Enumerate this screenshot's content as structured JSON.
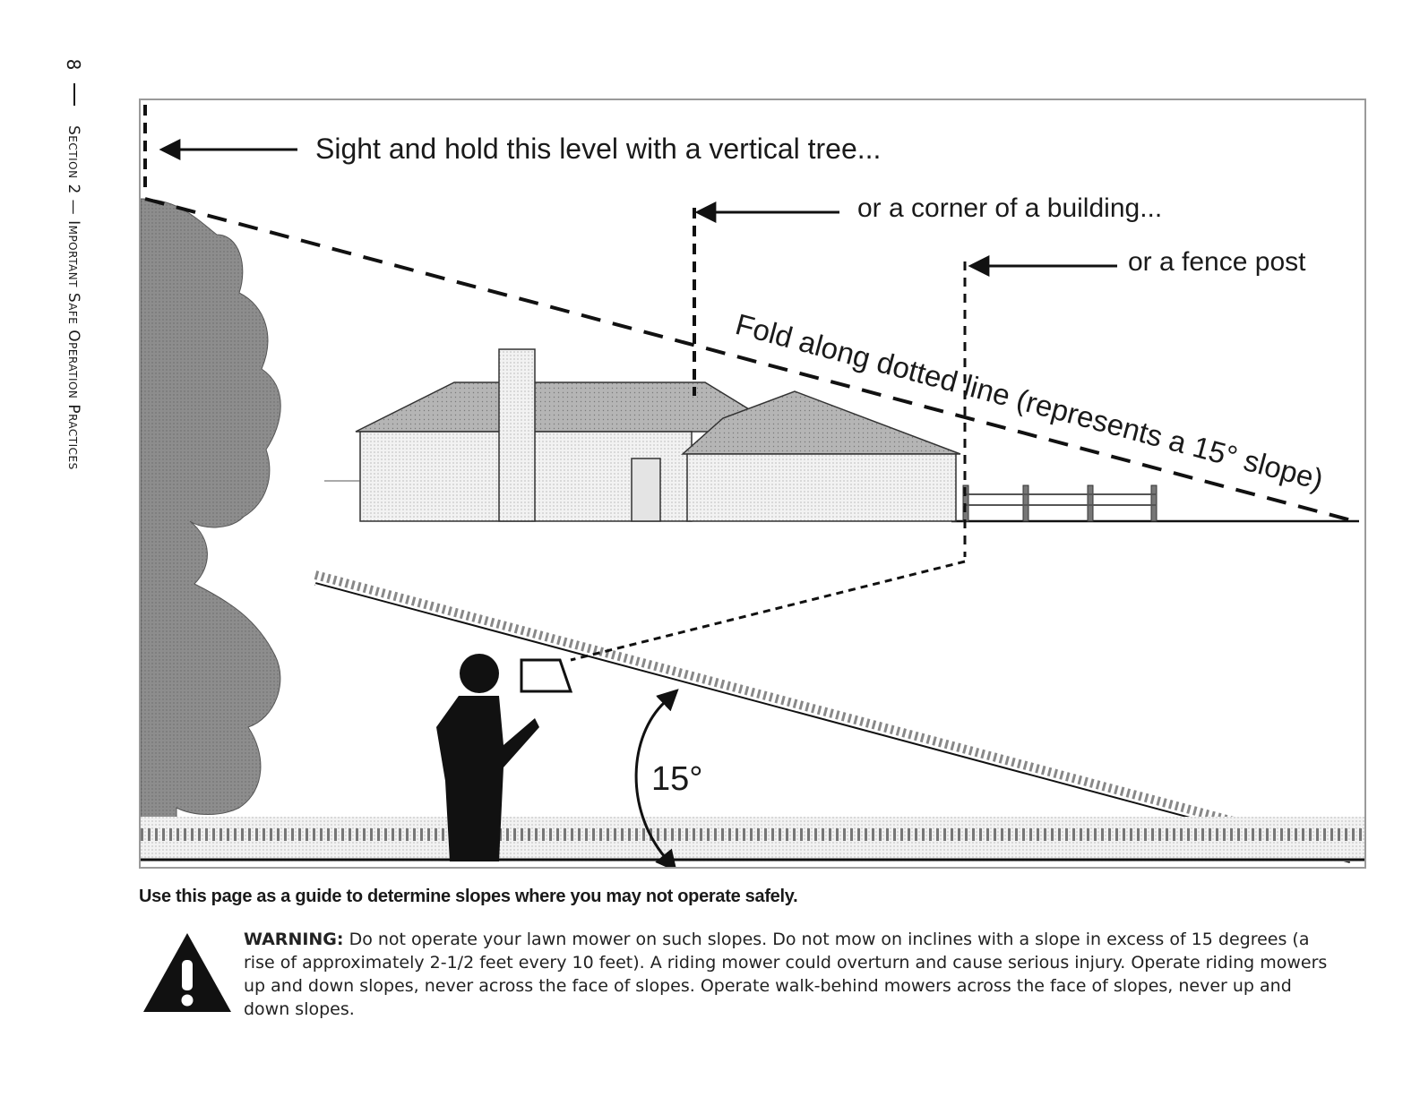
{
  "page": {
    "number": "8",
    "section_title": "Section 2 — Important Safe Operation Practices"
  },
  "figure": {
    "label_tree": "Sight and hold this level with a vertical tree...",
    "label_building": "or a corner of a building...",
    "label_fence": "or a fence post",
    "fold_line_text": "Fold along dotted line (represents a 15° slope)",
    "angle_label": "15°"
  },
  "caption": "Use this page as a guide to determine slopes where you may not operate safely.",
  "warning": {
    "label": "WARNING:",
    "text": "Do not operate your lawn mower on such slopes. Do not mow on inclines with a slope in excess of 15 degrees (a rise of approximately 2-1/2 feet every 10 feet). A riding mower could overturn and cause serious injury. Operate riding mowers up and down slopes, never across the face of slopes. Operate walk-behind mowers across the face of slopes, never up and down slopes.",
    "icon": "warning-triangle-icon"
  }
}
